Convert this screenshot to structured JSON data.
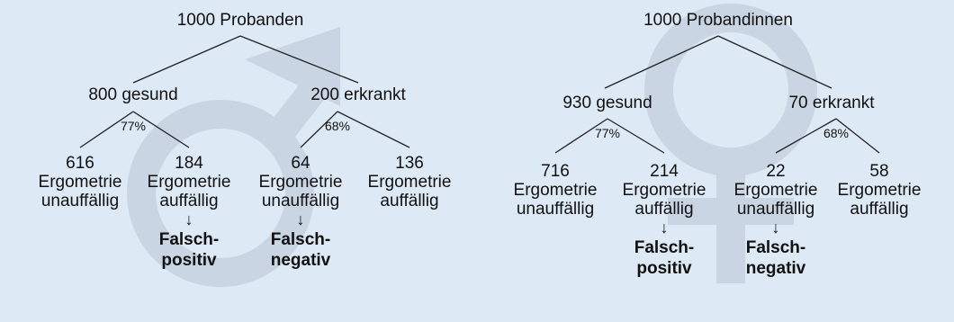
{
  "colors": {
    "background": "#dde9f5",
    "watermark": "#c9d5e2",
    "lines": "#222222",
    "text": "#111111"
  },
  "trees": [
    {
      "symbol": "male-symbol",
      "root": "1000 Probanden",
      "left": {
        "label": "800 gesund",
        "percent": "77%",
        "leaves": [
          {
            "count": "616",
            "line1": "Ergometrie",
            "line2": "unauffällig"
          },
          {
            "count": "184",
            "line1": "Ergometrie",
            "line2": "auffällig",
            "arrow": "↓",
            "result1": "Falsch-",
            "result2": "positiv"
          }
        ]
      },
      "right": {
        "label": "200 erkrankt",
        "percent": "68%",
        "leaves": [
          {
            "count": "64",
            "line1": "Ergometrie",
            "line2": "unauffällig",
            "arrow": "↓",
            "result1": "Falsch-",
            "result2": "negativ"
          },
          {
            "count": "136",
            "line1": "Ergometrie",
            "line2": "auffällig"
          }
        ]
      }
    },
    {
      "symbol": "female-symbol",
      "root": "1000 Probandinnen",
      "left": {
        "label": "930 gesund",
        "percent": "77%",
        "leaves": [
          {
            "count": "716",
            "line1": "Ergometrie",
            "line2": "unauffällig"
          },
          {
            "count": "214",
            "line1": "Ergometrie",
            "line2": "auffällig",
            "arrow": "↓",
            "result1": "Falsch-",
            "result2": "positiv"
          }
        ]
      },
      "right": {
        "label": "70 erkrankt",
        "percent": "68%",
        "leaves": [
          {
            "count": "22",
            "line1": "Ergometrie",
            "line2": "unauffällig",
            "arrow": "↓",
            "result1": "Falsch-",
            "result2": "negativ"
          },
          {
            "count": "58",
            "line1": "Ergometrie",
            "line2": "auffällig"
          }
        ]
      }
    }
  ]
}
